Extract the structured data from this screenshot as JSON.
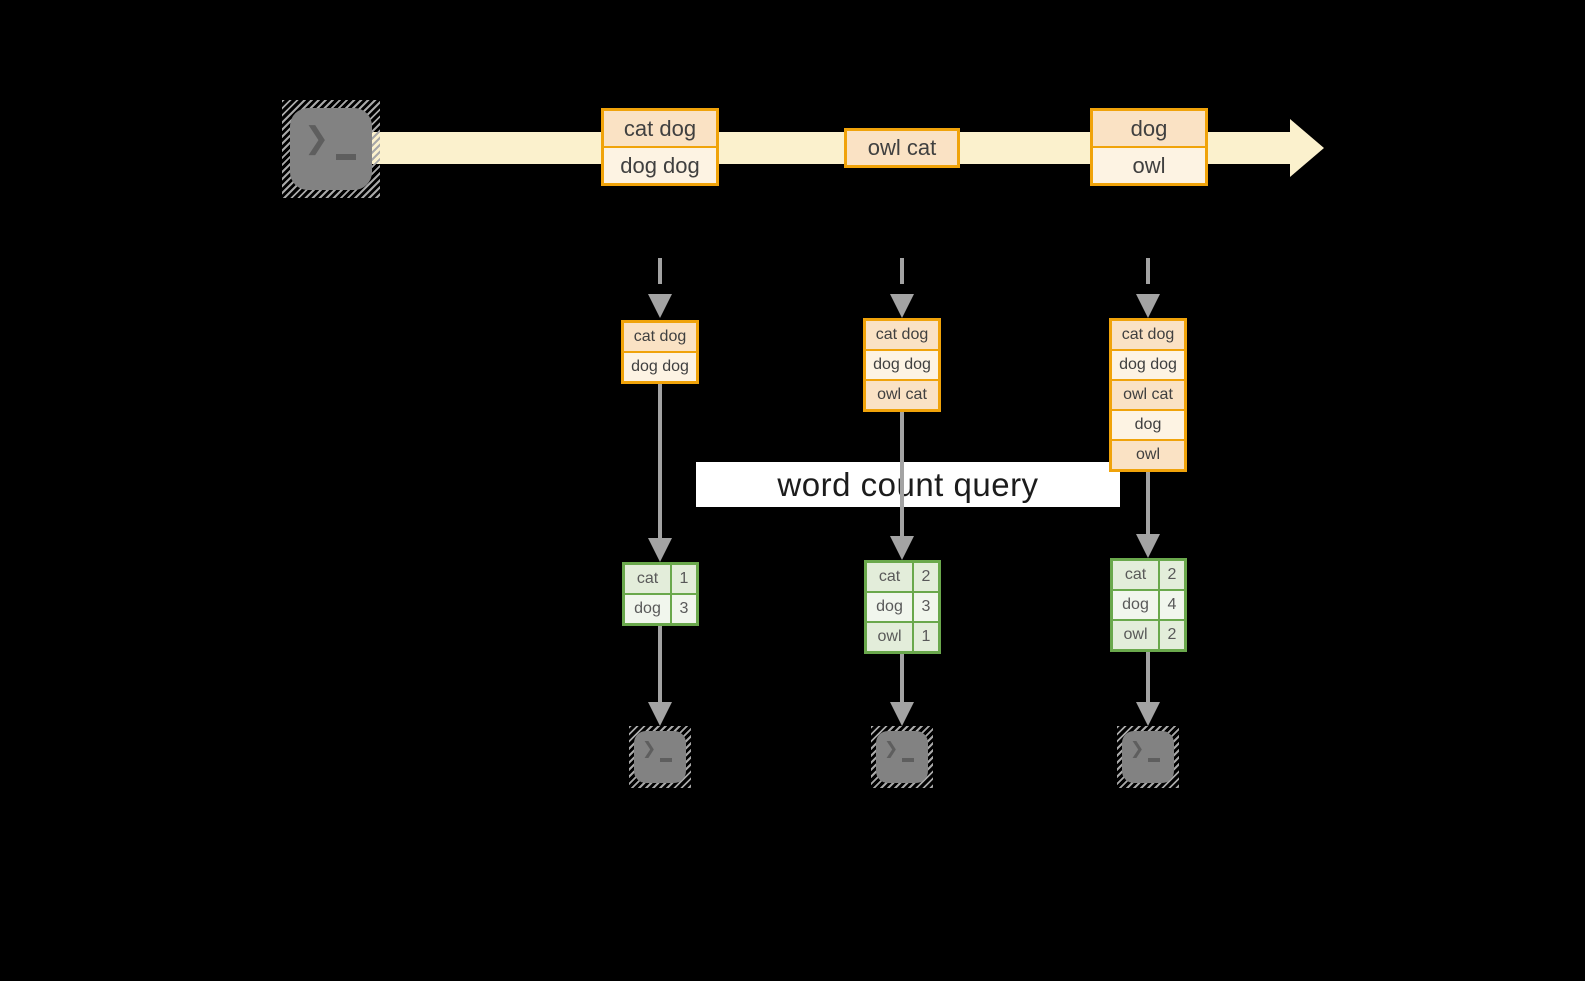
{
  "query_label": "word count query",
  "timeline_batches": [
    {
      "rows": [
        "cat dog",
        "dog dog"
      ]
    },
    {
      "rows": [
        "owl cat"
      ]
    },
    {
      "rows": [
        "dog",
        "owl"
      ]
    }
  ],
  "state_stacks": [
    {
      "rows": [
        "cat dog",
        "dog dog"
      ]
    },
    {
      "rows": [
        "cat dog",
        "dog dog",
        "owl cat"
      ]
    },
    {
      "rows": [
        "cat dog",
        "dog dog",
        "owl cat",
        "dog",
        "owl"
      ]
    }
  ],
  "count_tables": [
    {
      "rows": [
        {
          "word": "cat",
          "count": "1"
        },
        {
          "word": "dog",
          "count": "3"
        }
      ]
    },
    {
      "rows": [
        {
          "word": "cat",
          "count": "2"
        },
        {
          "word": "dog",
          "count": "3"
        },
        {
          "word": "owl",
          "count": "1"
        }
      ]
    },
    {
      "rows": [
        {
          "word": "cat",
          "count": "2"
        },
        {
          "word": "dog",
          "count": "4"
        },
        {
          "word": "owl",
          "count": "2"
        }
      ]
    }
  ],
  "icons": {
    "source": "terminal-icon",
    "sinks": [
      "terminal-icon",
      "terminal-icon",
      "terminal-icon"
    ],
    "prompt_glyph": "❯"
  },
  "colors": {
    "accent_orange": "#F0A30A",
    "fill_peach": "#FAE2C4",
    "fill_cream": "#FDF3E3",
    "band_cream": "#FBF1CD",
    "green_border": "#6AA84C",
    "green_fill_dark": "#E3EDDA",
    "green_fill_light": "#F1F6ED",
    "arrow_gray": "#A3A3A3",
    "terminal_gray": "#828282",
    "hatch_gray": "#A8A8A8"
  }
}
